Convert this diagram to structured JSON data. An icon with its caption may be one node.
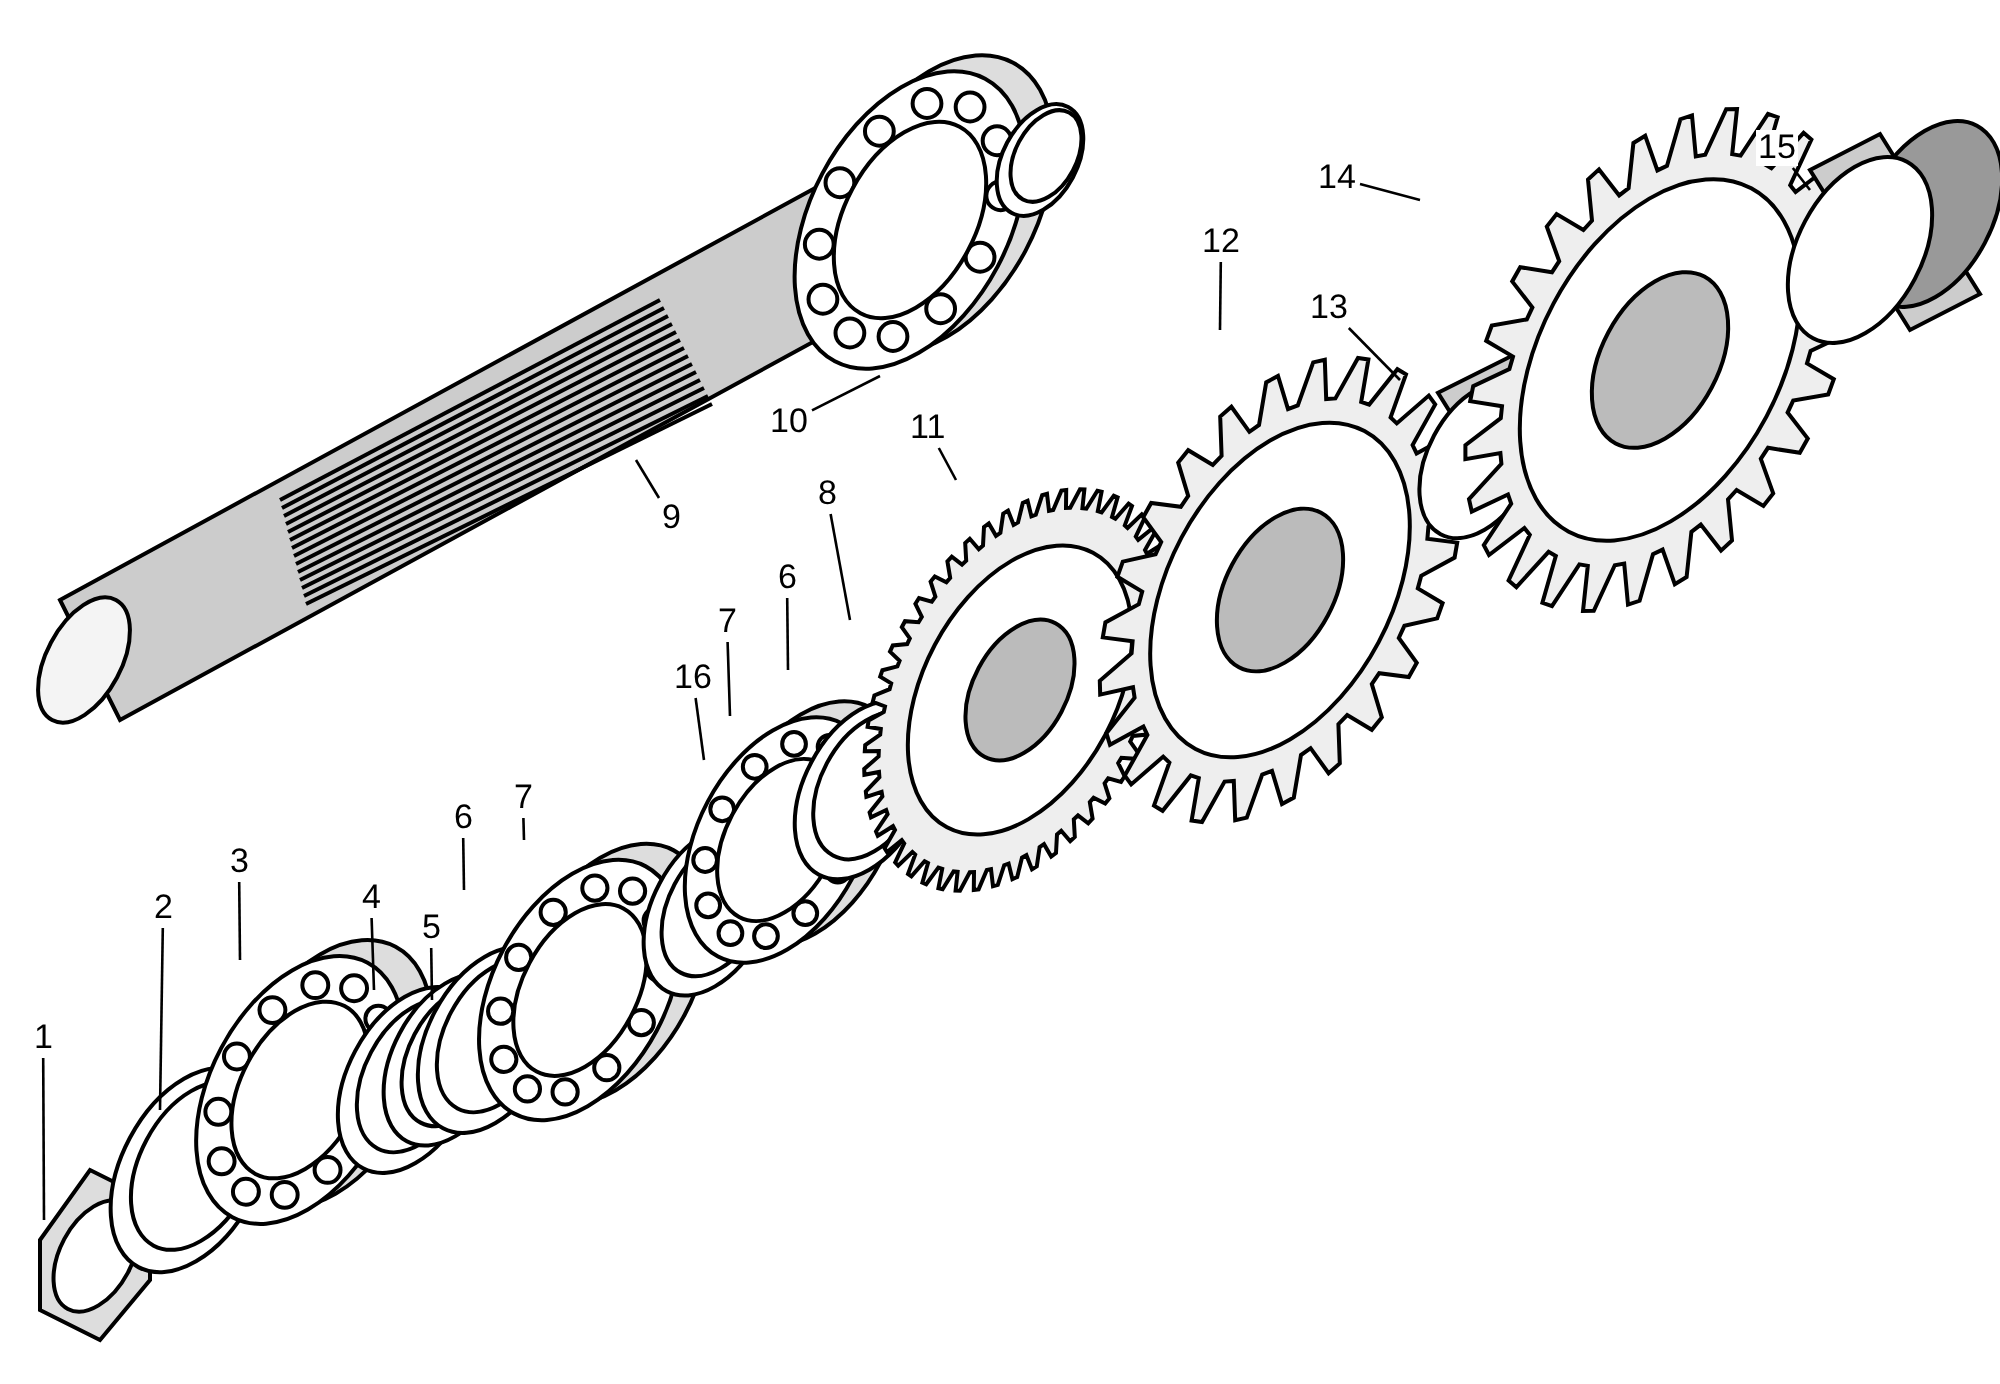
{
  "diagram": {
    "nodes": [
      {
        "text": [
          "1"
        ]
      },
      {
        "text": [
          "2"
        ]
      },
      {
        "text": [
          "3"
        ]
      },
      {
        "text": [
          "4"
        ]
      },
      {
        "text": [
          "5"
        ]
      },
      {
        "text": [
          "6"
        ]
      },
      {
        "text": [
          "7"
        ]
      },
      {
        "text": [
          "16"
        ]
      },
      {
        "text": [
          "7"
        ]
      },
      {
        "text": [
          "6"
        ]
      },
      {
        "text": [
          "8"
        ]
      },
      {
        "text": [
          "11"
        ]
      },
      {
        "text": [
          "12"
        ]
      },
      {
        "text": [
          "13"
        ]
      },
      {
        "text": [
          "14"
        ]
      },
      {
        "text": [
          "15"
        ]
      },
      {
        "text": [
          "9"
        ]
      },
      {
        "text": [
          "10"
        ]
      }
    ],
    "edges": [
      {
        "from": 0,
        "to": null,
        "arrow": "none"
      },
      {
        "from": 1,
        "to": null,
        "arrow": "none"
      },
      {
        "from": 2,
        "to": null,
        "arrow": "none"
      },
      {
        "from": 3,
        "to": null,
        "arrow": "none"
      },
      {
        "from": 4,
        "to": null,
        "arrow": "none"
      },
      {
        "from": 5,
        "to": null,
        "arrow": "none"
      },
      {
        "from": 6,
        "to": null,
        "arrow": "none"
      },
      {
        "from": 7,
        "to": null,
        "arrow": "none"
      },
      {
        "from": 8,
        "to": null,
        "arrow": "none"
      },
      {
        "from": 9,
        "to": null,
        "arrow": "none"
      },
      {
        "from": 10,
        "to": null,
        "arrow": "none"
      },
      {
        "from": 11,
        "to": null,
        "arrow": "none"
      },
      {
        "from": 12,
        "to": null,
        "arrow": "none"
      },
      {
        "from": 13,
        "to": null,
        "arrow": "none"
      },
      {
        "from": 14,
        "to": null,
        "arrow": "none"
      },
      {
        "from": 15,
        "to": null,
        "arrow": "none"
      },
      {
        "from": 16,
        "to": null,
        "arrow": "none"
      },
      {
        "from": 17,
        "to": null,
        "arrow": "none"
      }
    ]
  }
}
